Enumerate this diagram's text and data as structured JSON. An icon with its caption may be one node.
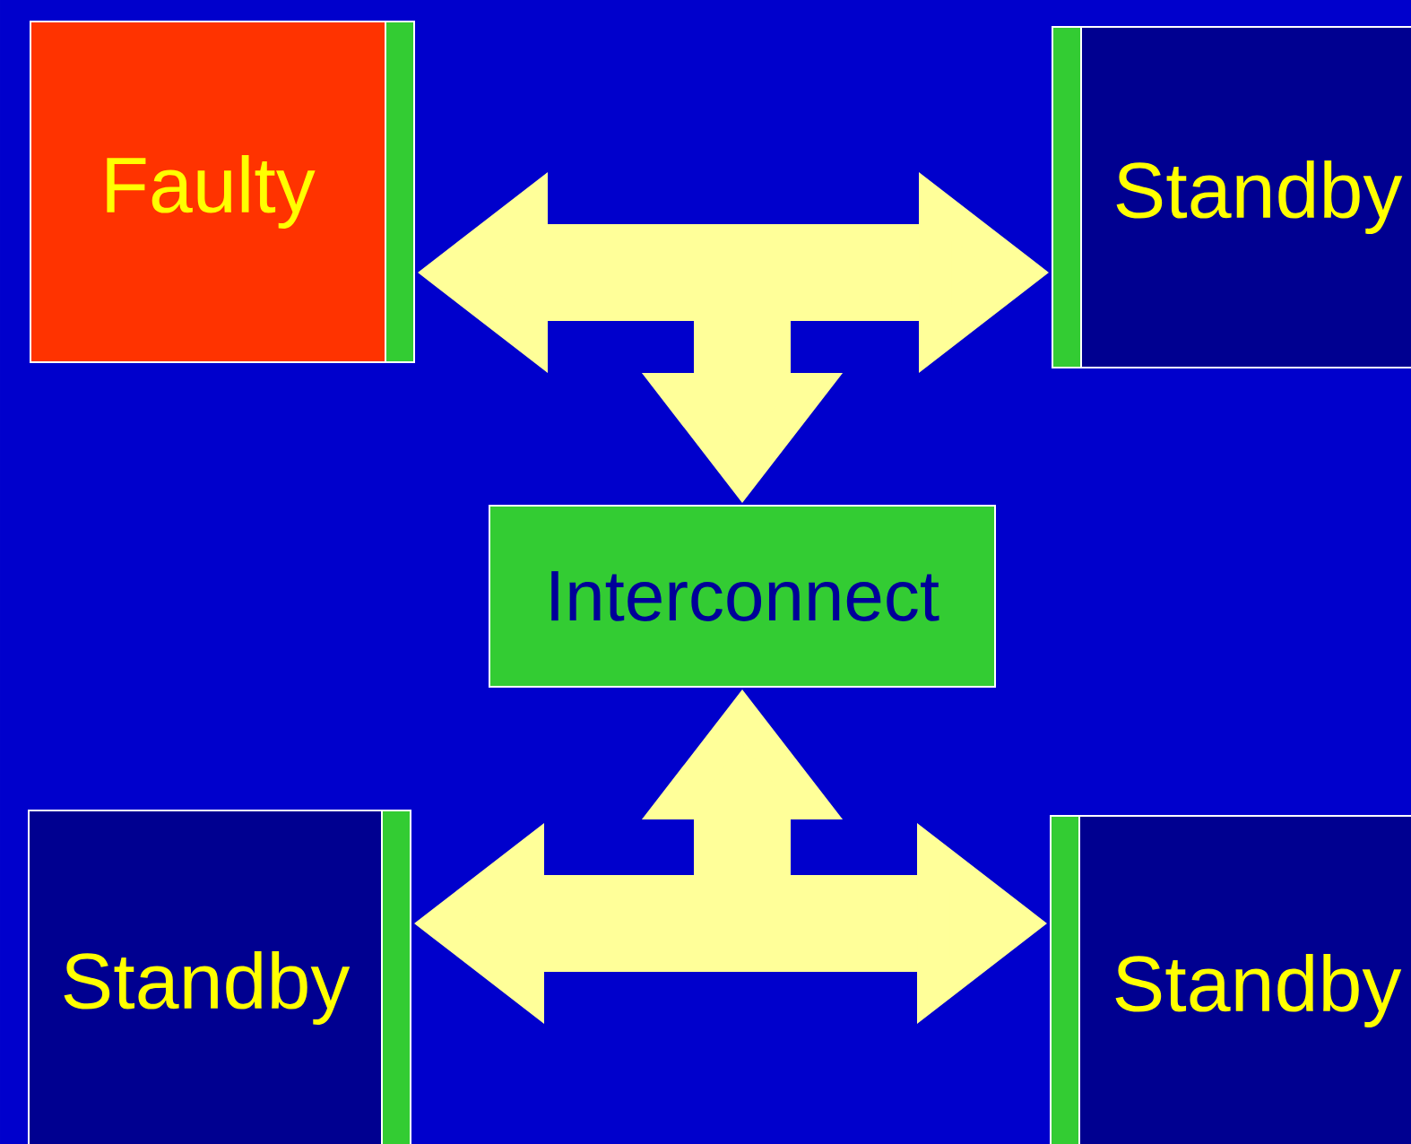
{
  "diagram": {
    "nodes": [
      {
        "text": [
          "Faulty"
        ]
      },
      {
        "text": [
          "Standby"
        ]
      },
      {
        "text": [
          "Interconnect"
        ]
      },
      {
        "text": [
          "Standby"
        ]
      },
      {
        "text": [
          "Standby"
        ]
      }
    ],
    "edges": [
      {
        "from": 0,
        "to": 1,
        "arrow": "both"
      },
      {
        "from": null,
        "to": 2,
        "arrow": "to"
      },
      {
        "from": 3,
        "to": 4,
        "arrow": "both"
      },
      {
        "from": null,
        "to": 2,
        "arrow": "to"
      }
    ]
  }
}
